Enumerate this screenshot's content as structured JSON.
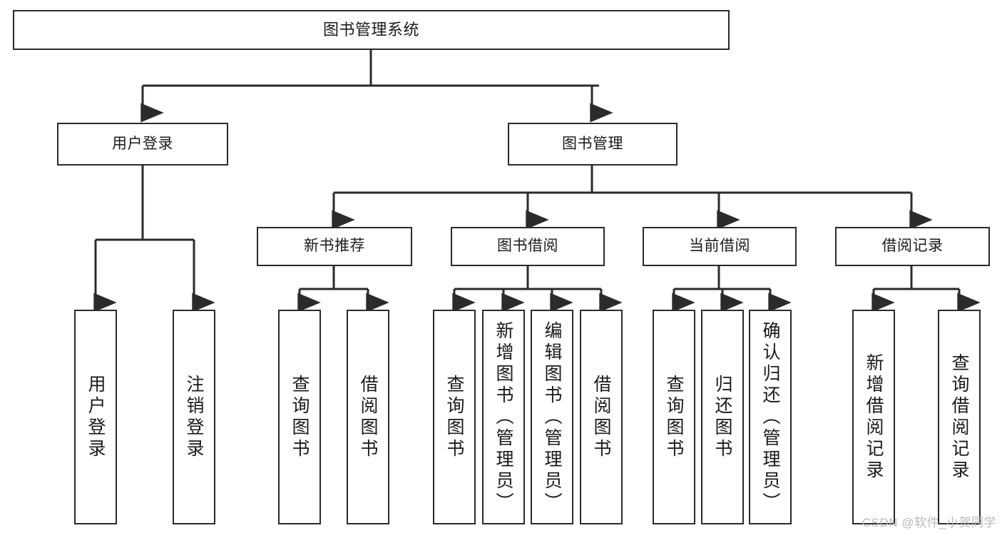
{
  "diagram": {
    "title": "图书管理系统",
    "type": "tree",
    "colors": {
      "box_border": "#2b2b2b",
      "box_fill": "#ffffff",
      "line": "#2b2b2b",
      "text": "#1a1a1a",
      "watermark": "#b9b9b9"
    },
    "root": {
      "label": "图书管理系统"
    },
    "level2": [
      {
        "id": "user-login",
        "label": "用户登录"
      },
      {
        "id": "book-management",
        "label": "图书管理"
      }
    ],
    "level3": [
      {
        "id": "new-book-recommend",
        "label": "新书推荐"
      },
      {
        "id": "book-borrow",
        "label": "图书借阅"
      },
      {
        "id": "current-borrow",
        "label": "当前借阅"
      },
      {
        "id": "borrow-record",
        "label": "借阅记录"
      }
    ],
    "leaves": [
      {
        "id": "leaf-user-login",
        "label": "用户登录",
        "parent": "user-login"
      },
      {
        "id": "leaf-user-logout",
        "label": "注销登录",
        "parent": "user-login"
      },
      {
        "id": "leaf-query-book-1",
        "label": "查询图书",
        "parent": "new-book-recommend"
      },
      {
        "id": "leaf-borrow-book-1",
        "label": "借阅图书",
        "parent": "new-book-recommend"
      },
      {
        "id": "leaf-query-book-2",
        "label": "查询图书",
        "parent": "book-borrow"
      },
      {
        "id": "leaf-add-book",
        "label": "新增图书（管理员）",
        "parent": "book-borrow"
      },
      {
        "id": "leaf-edit-book",
        "label": "编辑图书（管理员）",
        "parent": "book-borrow"
      },
      {
        "id": "leaf-borrow-book-2",
        "label": "借阅图书",
        "parent": "book-borrow"
      },
      {
        "id": "leaf-query-book-3",
        "label": "查询图书",
        "parent": "current-borrow"
      },
      {
        "id": "leaf-return-book",
        "label": "归还图书",
        "parent": "current-borrow"
      },
      {
        "id": "leaf-confirm-return",
        "label": "确认归还（管理员）",
        "parent": "current-borrow"
      },
      {
        "id": "leaf-add-borrow-record",
        "label": "新增借阅记录",
        "parent": "borrow-record"
      },
      {
        "id": "leaf-query-borrow-record",
        "label": "查询借阅记录",
        "parent": "borrow-record"
      }
    ],
    "watermark": "CSDN @软件_小贺同学"
  }
}
